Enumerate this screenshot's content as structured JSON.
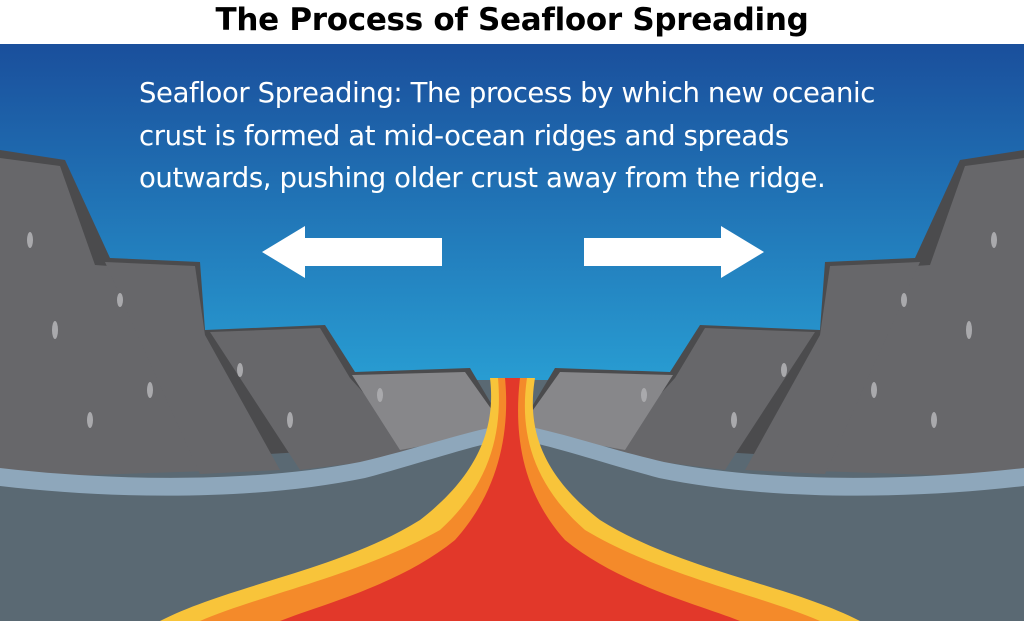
{
  "title": "The Process of Seafloor Spreading",
  "description": {
    "lines": [
      "Seafloor Spreading: The process by which new oceanic",
      "crust is formed at mid-ocean ridges and spreads",
      "outwards, pushing older crust away from the ridge."
    ]
  },
  "colors": {
    "sky_top": "#1a4f9c",
    "sky_bottom": "#29a2d6",
    "rock_dark": "#4b4b4d",
    "rock_mid": "#67676a",
    "rock_light": "#87878a",
    "crust_band": "#8ea7bb",
    "mantle": "#5a6973",
    "magma_red": "#e2382a",
    "magma_orange": "#f48a2a",
    "magma_yellow": "#f8c43a",
    "arrow": "#ffffff"
  },
  "arrows": [
    {
      "name": "left-arrow",
      "direction": "left"
    },
    {
      "name": "right-arrow",
      "direction": "right"
    }
  ]
}
